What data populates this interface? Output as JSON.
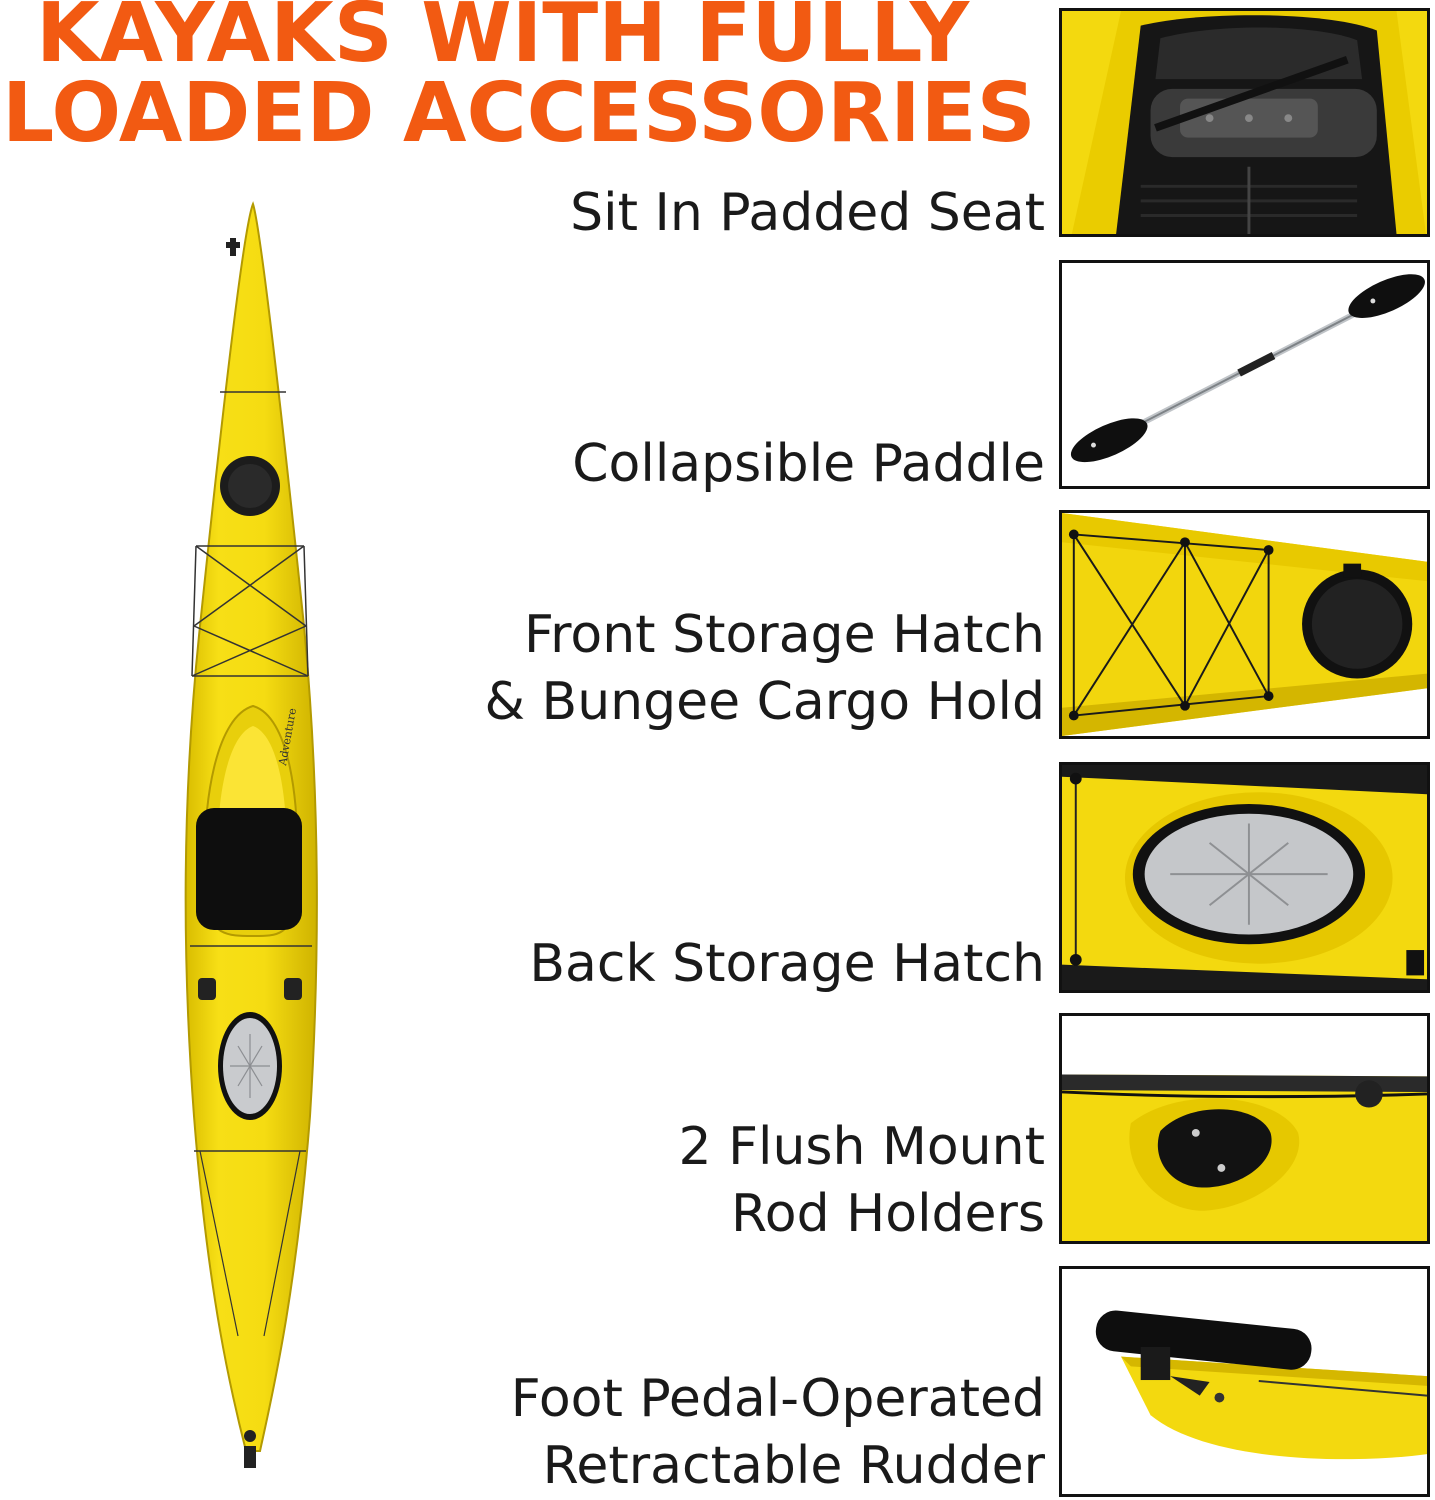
{
  "headline": {
    "line1": "KAYAKS WITH FULLY",
    "line2": "LOADED ACCESSORIES"
  },
  "kayak": {
    "brand_text": "Adventure"
  },
  "features": [
    {
      "lines": [
        "Sit In Padded Seat"
      ]
    },
    {
      "lines": [
        "Collapsible Paddle"
      ]
    },
    {
      "lines": [
        "Front Storage Hatch",
        "& Bungee Cargo Hold"
      ]
    },
    {
      "lines": [
        "Back Storage Hatch"
      ]
    },
    {
      "lines": [
        "2 Flush Mount",
        "Rod Holders"
      ]
    },
    {
      "lines": [
        "Foot Pedal-Operated",
        "Retractable Rudder"
      ]
    }
  ],
  "colors": {
    "headline": "#f25a12",
    "kayak_yellow": "#f3d90f",
    "kayak_shadow": "#d6b800",
    "frame": "#111111"
  }
}
